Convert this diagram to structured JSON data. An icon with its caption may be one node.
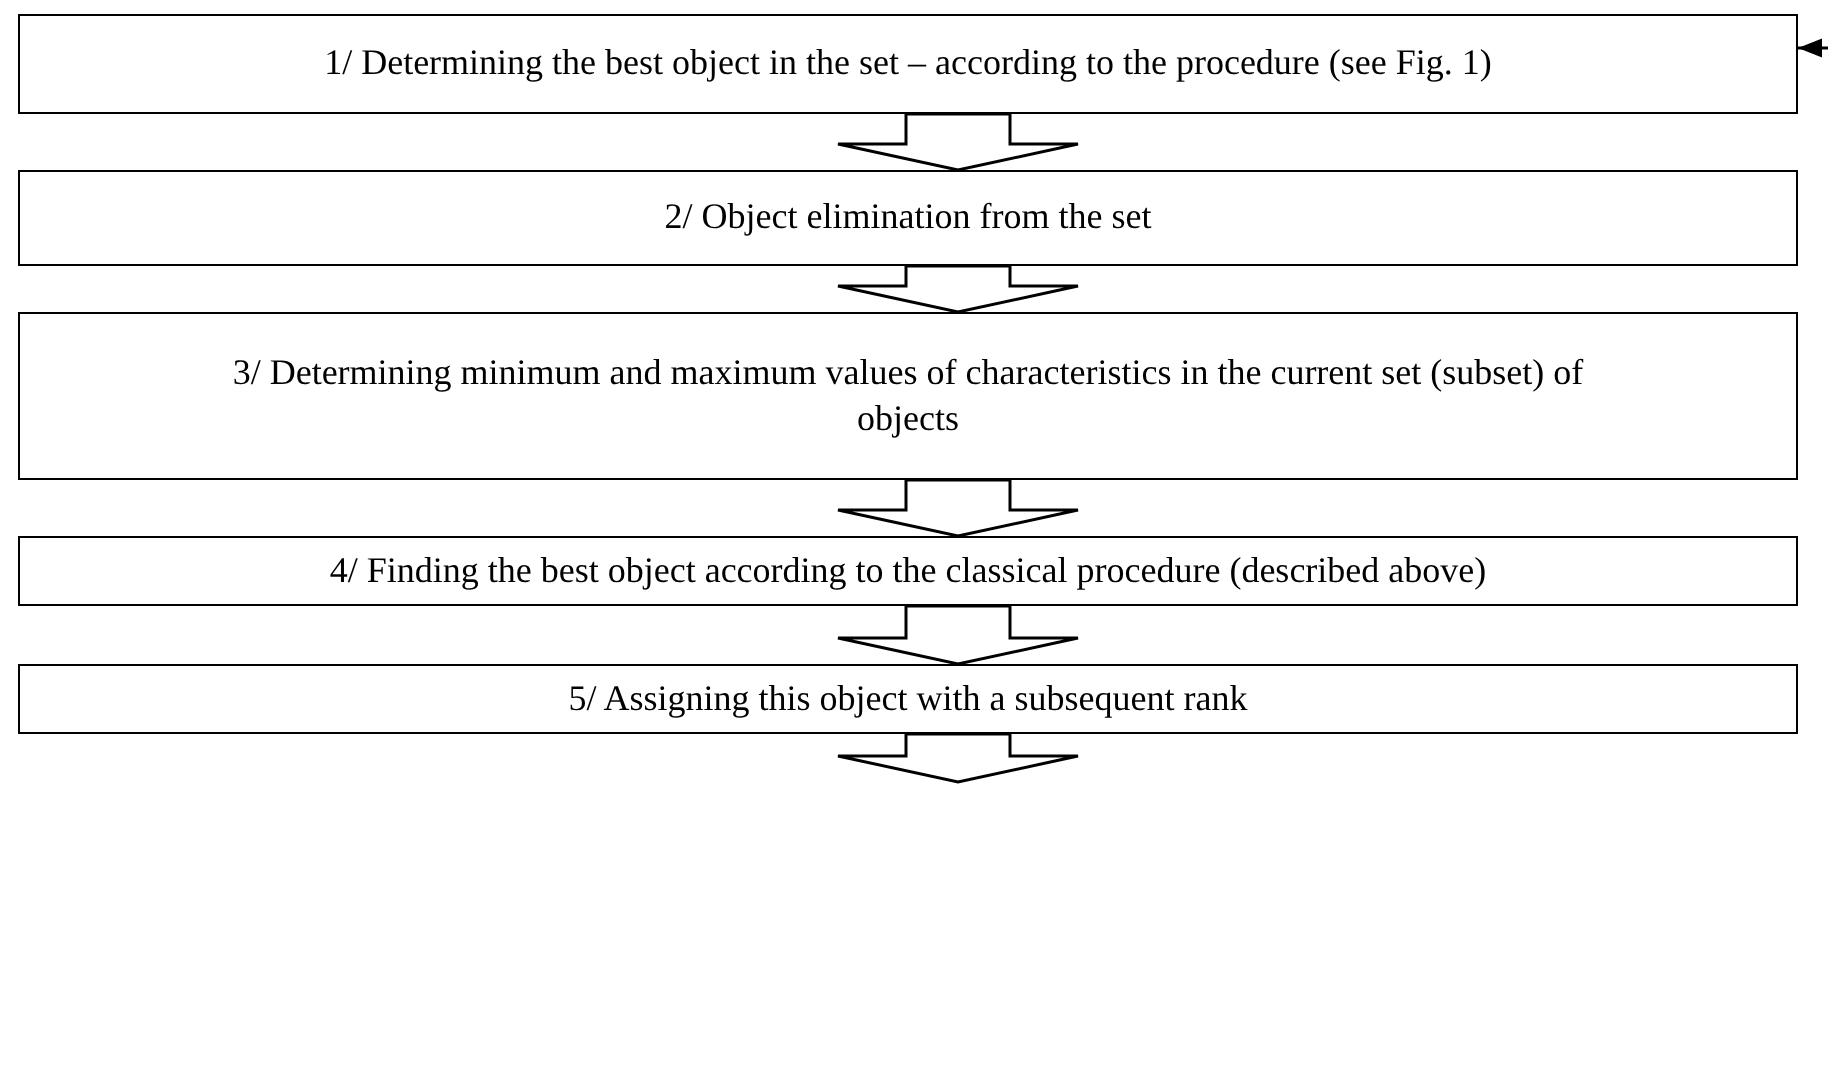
{
  "diagram": {
    "nodes": [
      {
        "text": [
          "1/ Determining the best object in the set – according to the procedure (see Fig. 1)"
        ]
      },
      {
        "text": [
          "2/ Object elimination from the set"
        ]
      },
      {
        "text": [
          "3/ Determining minimum and maximum values of characteristics in the current set (subset) of objects"
        ]
      },
      {
        "text": [
          "4/ Finding the best object according to the classical procedure (described above)"
        ]
      },
      {
        "text": [
          "5/ Assigning this object with a subsequent rank"
        ]
      }
    ],
    "edges": [
      {
        "from": 0,
        "to": 1,
        "arrow": "to"
      },
      {
        "from": 1,
        "to": 2,
        "arrow": "to"
      },
      {
        "from": 2,
        "to": 3,
        "arrow": "to"
      },
      {
        "from": 3,
        "to": 4,
        "arrow": "to"
      },
      {
        "from": 4,
        "to": null,
        "arrow": "to"
      },
      {
        "from": null,
        "to": 0,
        "arrow": "to"
      }
    ]
  }
}
